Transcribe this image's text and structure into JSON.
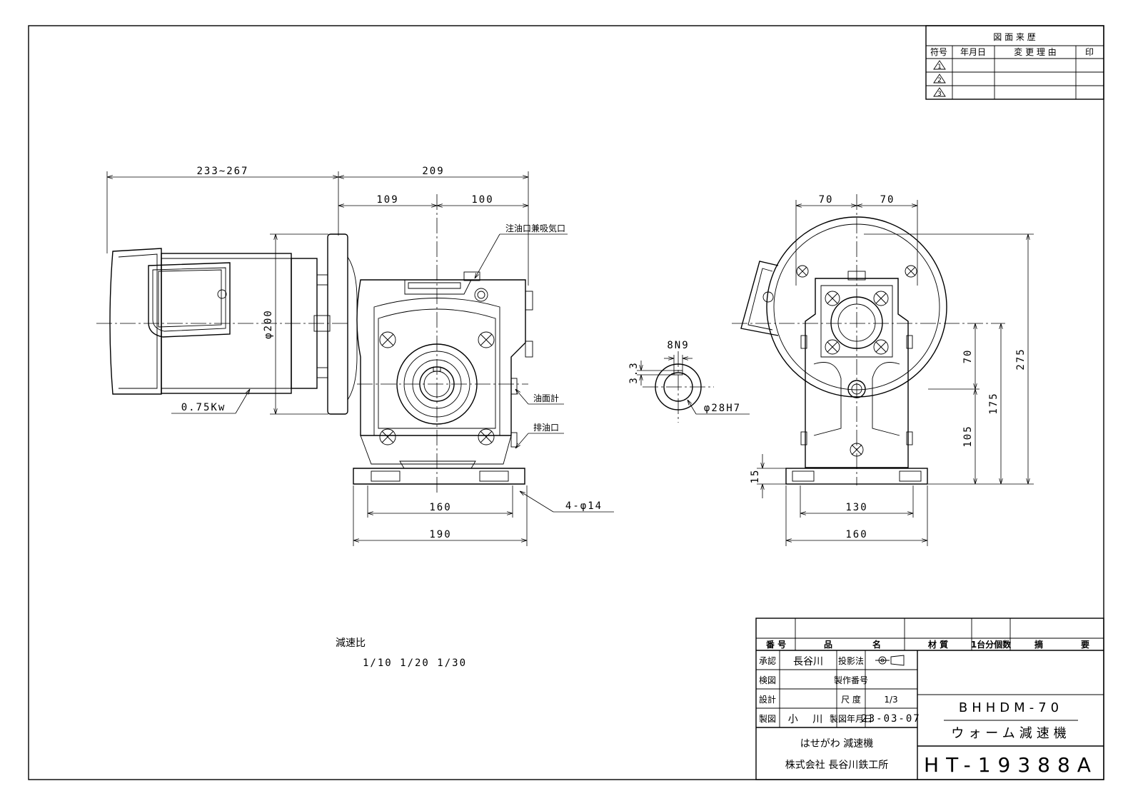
{
  "revision_table": {
    "title": "図 面 来 歴",
    "headers": [
      "符号",
      "年月日",
      "変 更 理 由",
      "印"
    ],
    "rows": [
      "1",
      "2",
      "3"
    ]
  },
  "dimensions": {
    "front": [
      "233~267",
      "209",
      "109",
      "100",
      "φ200",
      "0.75Kw",
      "160",
      "190",
      "4-φ14"
    ],
    "labels": [
      "注油口兼吸気口",
      "油面計",
      "排油口"
    ],
    "shaft": [
      "8N9",
      "3.3",
      "φ28H7"
    ],
    "side": [
      "70",
      "70",
      "275",
      "70",
      "175",
      "105",
      "15",
      "130",
      "160"
    ]
  },
  "reduction": {
    "label": "減速比",
    "values": "1/10  1/20  1/30"
  },
  "title_block": {
    "header": [
      "番 号",
      "品",
      "名",
      "材 質",
      "1台分個数",
      "摘",
      "要"
    ],
    "roles": [
      "承認",
      "検図",
      "設計",
      "製図"
    ],
    "names": [
      "長谷川",
      "",
      "",
      "小 川"
    ],
    "fields": [
      "投影法",
      "製作番号",
      "尺 度",
      "製図年月日"
    ],
    "scale": "1/3",
    "date": "23-03-07",
    "model": "BHHDM-70",
    "product": "ウォーム減速機",
    "company_line1": "はせがわ 減速機",
    "company_line2": "株式会社 長谷川鉄工所",
    "drawing_no": "HT-19388A"
  }
}
